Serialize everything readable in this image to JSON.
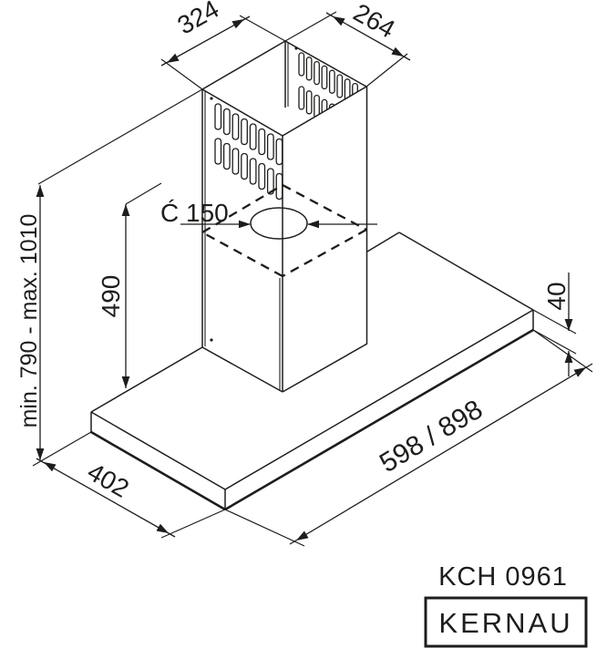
{
  "drawing": {
    "dimensions": {
      "chimney_width": "324",
      "chimney_depth": "264",
      "duct_diameter": "Ć 150",
      "chimney_section_height": "490",
      "height_range": "min. 790 - max. 1010",
      "body_height": "40",
      "body_width": "598 / 898",
      "body_depth": "402"
    },
    "footer": {
      "model": "KCH 0961",
      "brand": "KERNAU"
    },
    "colors": {
      "line": "#1d1d1b",
      "background": "#ffffff"
    }
  }
}
